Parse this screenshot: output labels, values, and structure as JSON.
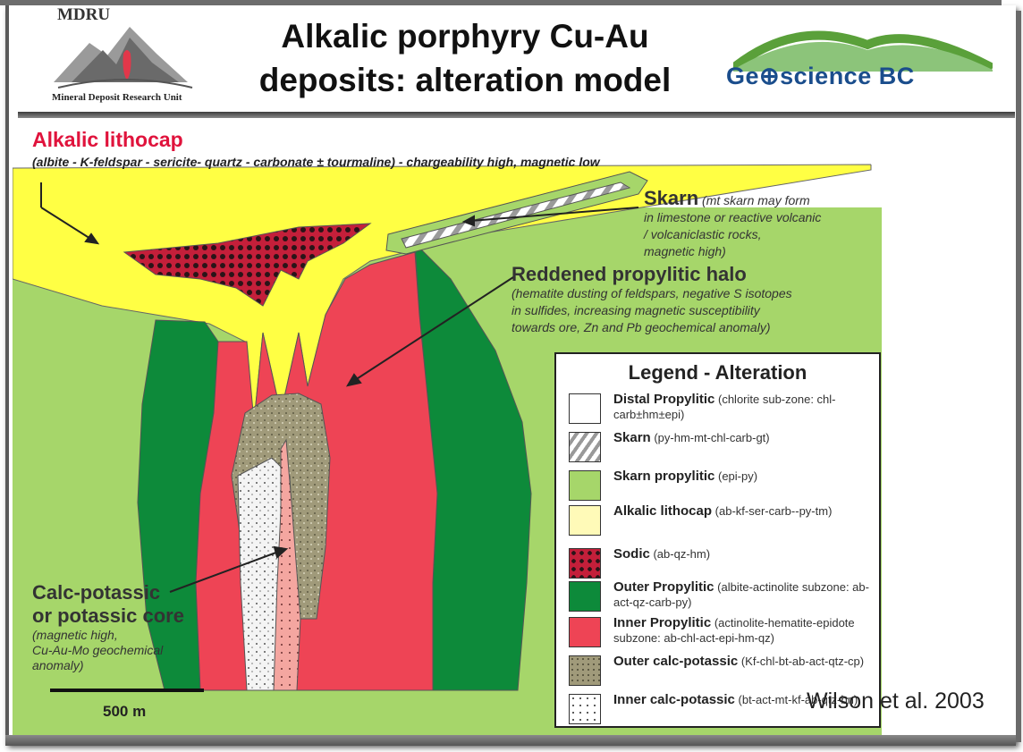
{
  "header": {
    "title_line1": "Alkalic porphyry Cu-Au",
    "title_line2": "deposits: alteration model",
    "logo_left_text": "MDRU",
    "logo_left_subtext": "Mineral Deposit Research Unit",
    "logo_right_text": "Ge⊕science BC"
  },
  "labels": {
    "lithocap_title": "Alkalic lithocap",
    "lithocap_desc": "(albite - K-feldspar - sericite- quartz - carbonate ± tourmaline) - chargeability high, magnetic low",
    "skarn_title": "Skarn",
    "skarn_desc1": "(mt skarn may form",
    "skarn_desc2": "in limestone or reactive volcanic",
    "skarn_desc3": "/ volcaniclastic rocks,",
    "skarn_desc4": "magnetic high)",
    "halo_title": "Reddened propylitic halo",
    "halo_desc1": "(hematite dusting of feldspars, negative S isotopes",
    "halo_desc2": "in sulfides, increasing magnetic susceptibility",
    "halo_desc3": "towards ore, Zn and Pb geochemical anomaly)",
    "core_title1": "Calc-potassic",
    "core_title2": "or potassic core",
    "core_desc1": "(magnetic high,",
    "core_desc2": "Cu-Au-Mo geochemical",
    "core_desc3": "anomaly)",
    "scale": "500 m",
    "citation": "Wilson et al. 2003"
  },
  "legend": {
    "title": "Legend - Alteration",
    "items": [
      {
        "name": "Distal Propylitic",
        "desc": "(chlorite sub-zone: chl-carb±hm±epi)",
        "color": "#ffffff",
        "pattern": "plain"
      },
      {
        "name": "Skarn",
        "desc": "(py-hm-mt-chl-carb-gt)",
        "color": "#ffffff",
        "pattern": "hatch"
      },
      {
        "name": "Skarn propylitic",
        "desc": "(epi-py)",
        "color": "#a6d66a",
        "pattern": "plain"
      },
      {
        "name": "Alkalic lithocap",
        "desc": "(ab-kf-ser-carb--py-tm)",
        "color": "#fffab8",
        "pattern": "plain"
      },
      {
        "name": "Sodic",
        "desc": "(ab-qz-hm)",
        "color": "#c41f3a",
        "pattern": "dots-dark"
      },
      {
        "name": "Outer Propylitic",
        "desc": "(albite-actinolite subzone: ab-act-qz-carb-py)",
        "color": "#0d8a3a",
        "pattern": "plain"
      },
      {
        "name": "Inner Propylitic",
        "desc": "(actinolite-hematite-epidote subzone: ab-chl-act-epi-hm-qz)",
        "color": "#ee4455",
        "pattern": "plain"
      },
      {
        "name": "Outer calc-potassic",
        "desc": "(Kf-chl-bt-ab-act-qtz-cp)",
        "color": "#a09a7a",
        "pattern": "speckle"
      },
      {
        "name": "Inner calc-potassic",
        "desc": "(bt-act-mt-kf-ab-qtz-bn)",
        "color": "#ffffff",
        "pattern": "dots-light"
      }
    ]
  },
  "colors": {
    "lithocap": "#ffff44",
    "skarn_propylitic": "#a6d66a",
    "outer_propylitic": "#0d8a3a",
    "inner_propylitic": "#ee4455",
    "sodic": "#c41f3a",
    "outer_calc_potassic": "#a09a7a",
    "inner_calc_potassic": "#f4f4f4",
    "core_pink": "#f4a6a0"
  }
}
